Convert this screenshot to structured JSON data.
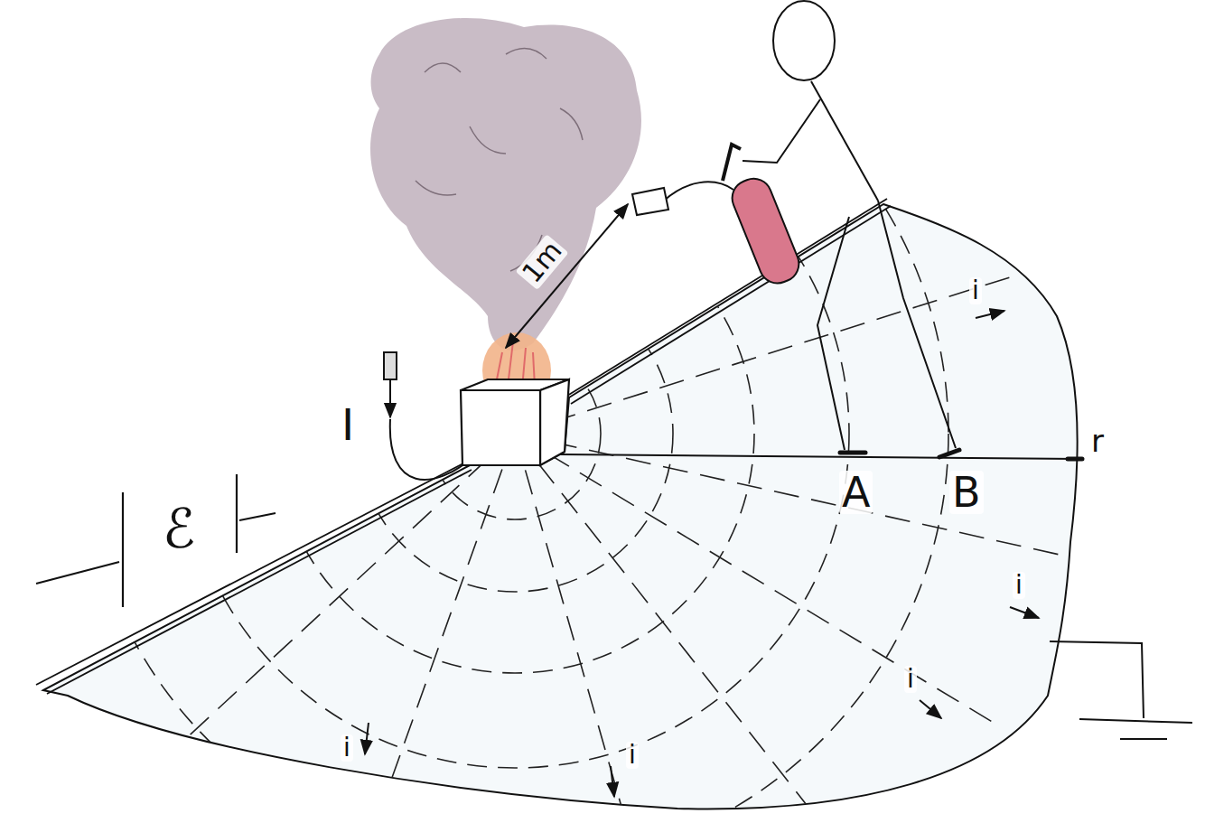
{
  "diagram": {
    "labels": [
      "1m",
      "I",
      "ℰ",
      "A",
      "B",
      "r",
      "i",
      "i",
      "i",
      "i",
      "i"
    ]
  }
}
